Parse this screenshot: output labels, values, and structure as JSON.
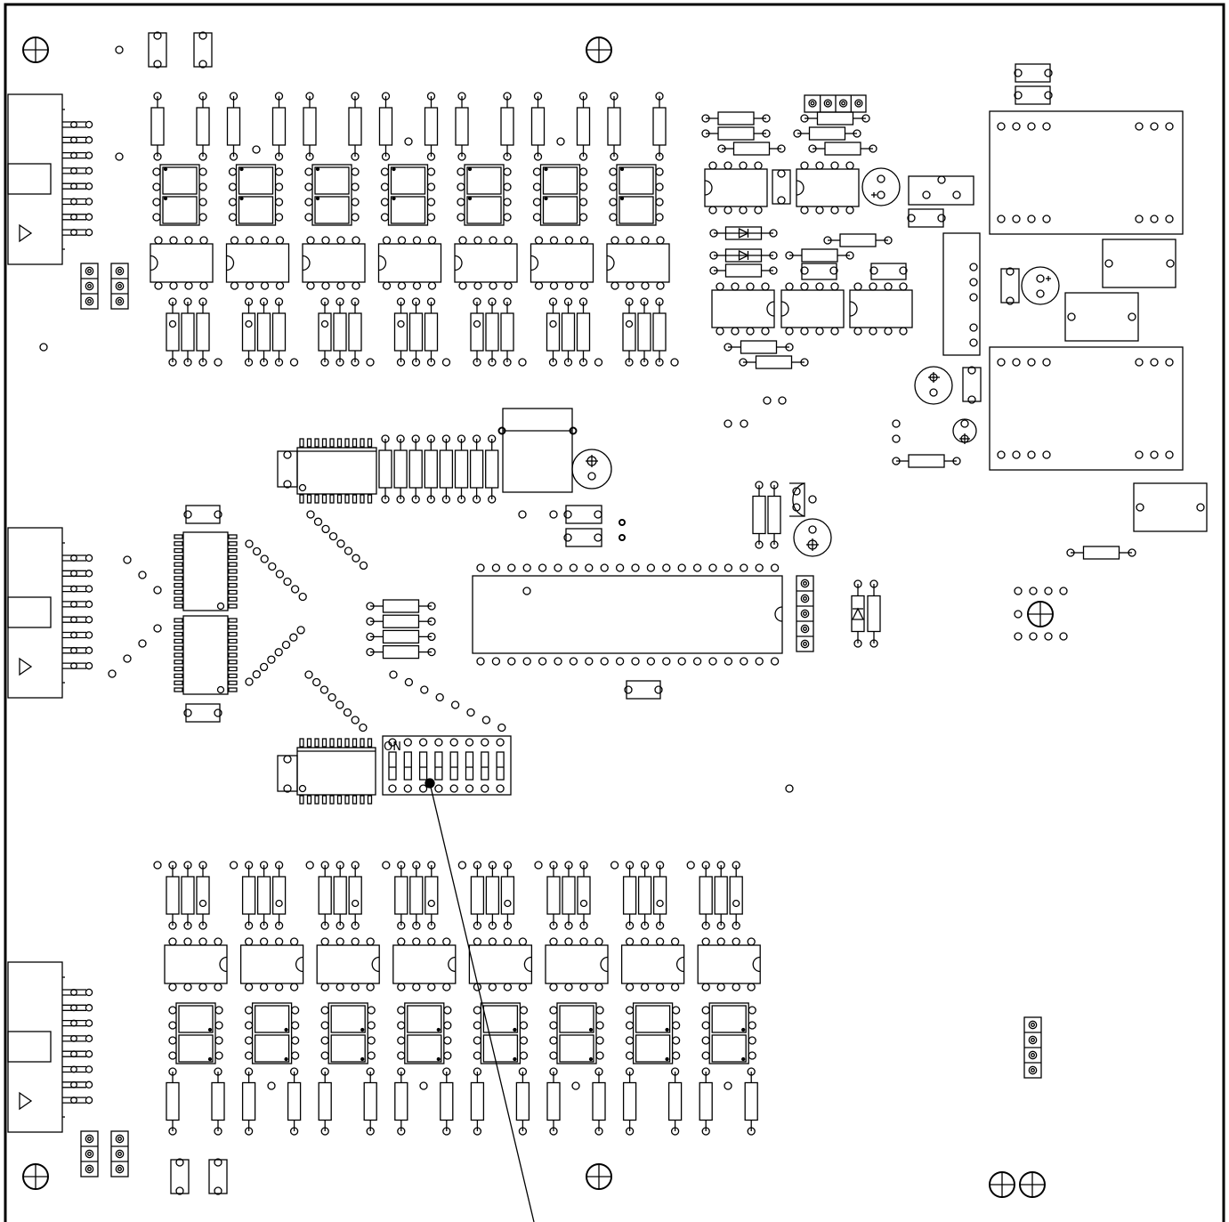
{
  "diagram": {
    "kind": "pcb-silkscreen-layout",
    "line_color": "#000000",
    "background_color": "#ffffff",
    "labels": {
      "dip_switch_on": "ON"
    },
    "counts": {
      "mounting_holes": 6,
      "ribbon_connectors": 3,
      "upper_output_channels": 7,
      "lower_input_channels": 8,
      "shift_register_chips": 2,
      "soic_chips": 2,
      "microcontroller_pins": 40,
      "dip_switch_positions": 8,
      "relays": 2,
      "pin_headers": 7
    }
  }
}
